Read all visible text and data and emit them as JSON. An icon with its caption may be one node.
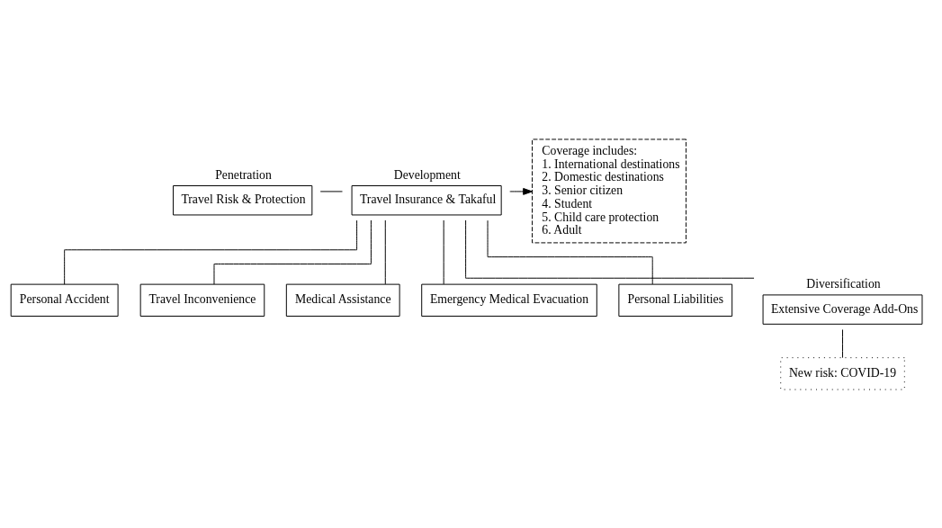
{
  "diagram": {
    "nodes": [
      {
        "text": [
          "Travel Risk & Protection"
        ],
        "beside": [
          "Penetration"
        ]
      },
      {
        "text": [
          "Travel Insurance & Takaful"
        ],
        "beside": [
          "Development"
        ]
      },
      {
        "text": [
          "Coverage includes:",
          "1. International destinations",
          "2. Domestic destinations",
          "3. Senior citizen",
          "4. Student",
          "5. Child care protection",
          "6. Adult"
        ]
      },
      {
        "text": [
          "Personal Accident"
        ]
      },
      {
        "text": [
          "Travel Inconvenience"
        ]
      },
      {
        "text": [
          "Medical Assistance"
        ]
      },
      {
        "text": [
          "Emergency Medical Evacuation"
        ]
      },
      {
        "text": [
          "Personal Liabilities"
        ]
      },
      {
        "text": [
          "Extensive Coverage Add-Ons"
        ],
        "beside": [
          "Diversification"
        ]
      },
      {
        "text": [
          "New risk: COVID-19"
        ]
      }
    ],
    "edges": [
      {
        "from": 0,
        "to": 1,
        "arrow": "none"
      },
      {
        "from": 1,
        "to": 2,
        "arrow": "to"
      },
      {
        "from": 1,
        "to": 3,
        "arrow": "none"
      },
      {
        "from": 1,
        "to": 4,
        "arrow": "none"
      },
      {
        "from": 1,
        "to": 5,
        "arrow": "none"
      },
      {
        "from": 1,
        "to": 6,
        "arrow": "none"
      },
      {
        "from": 1,
        "to": 7,
        "arrow": "none"
      },
      {
        "from": 1,
        "to": 8,
        "arrow": "none"
      },
      {
        "from": 8,
        "to": 9,
        "arrow": "none"
      }
    ]
  }
}
